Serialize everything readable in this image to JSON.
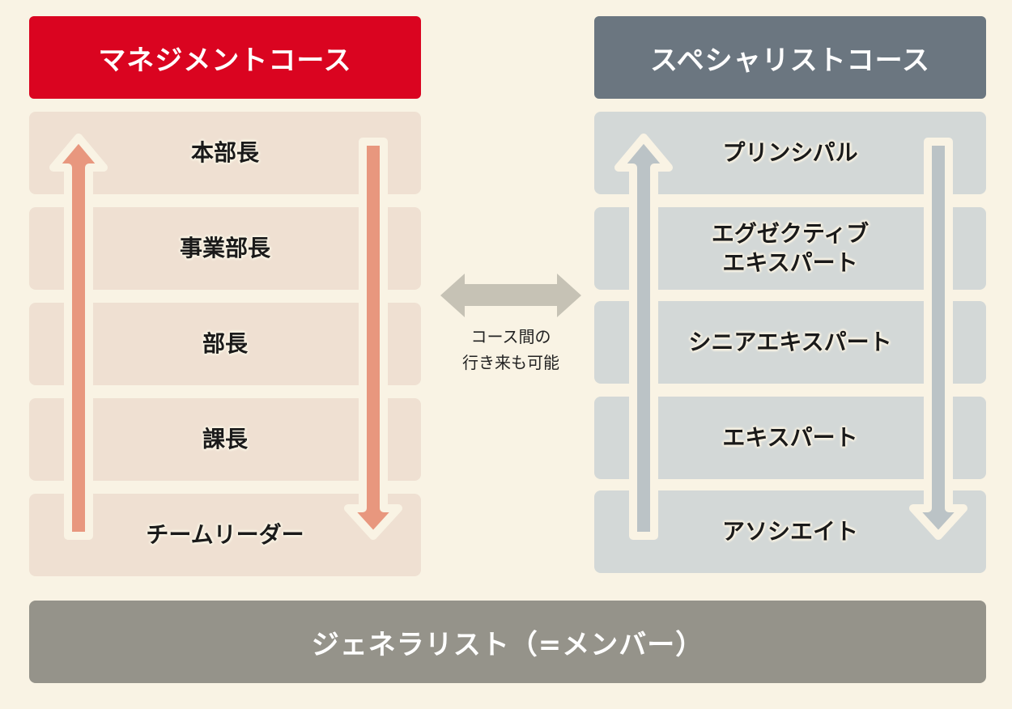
{
  "management": {
    "title": "マネジメントコース",
    "levels": [
      "本部長",
      "事業部長",
      "部長",
      "課長",
      "チームリーダー"
    ]
  },
  "specialist": {
    "title": "スペシャリストコース",
    "levels": [
      "プリンシパル",
      "エグゼクティブ\nエキスパート",
      "シニアエキスパート",
      "エキスパート",
      "アソシエイト"
    ]
  },
  "transfer_note": {
    "line1": "コース間の",
    "line2": "行き来も可能"
  },
  "generalist": "ジェネラリスト（=メンバー）",
  "colors": {
    "management": "#DA0420",
    "specialist": "#6B7680",
    "generalist": "#95938A",
    "mgmt_arrow": "#E8977E",
    "spec_arrow": "#BBC3C6"
  }
}
